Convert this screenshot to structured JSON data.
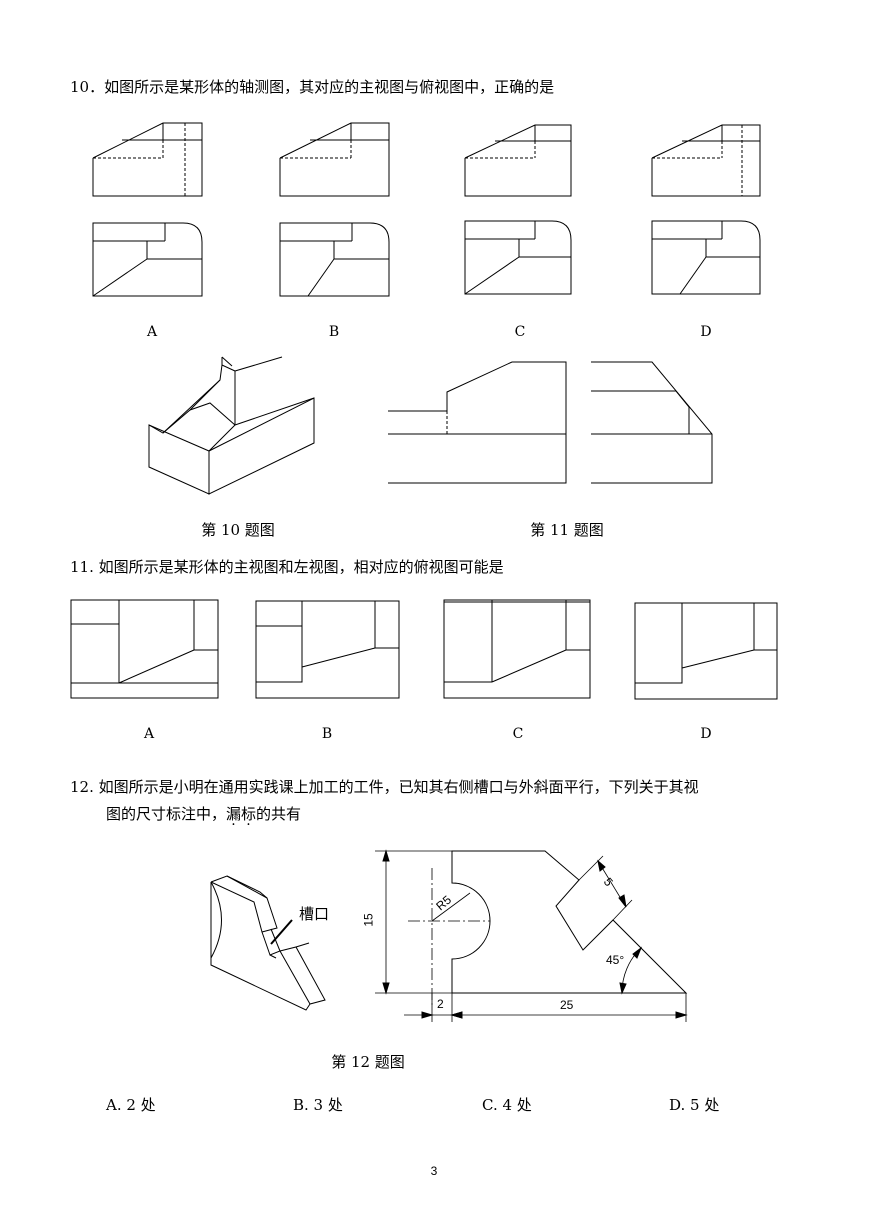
{
  "q10": {
    "stem": "10．如图所示是某形体的轴测图，其对应的主视图与俯视图中，正确的是",
    "options": [
      "A",
      "B",
      "C",
      "D"
    ]
  },
  "q11": {
    "stem": "11.  如图所示是某形体的主视图和左视图，相对应的俯视图可能是",
    "options": [
      "A",
      "B",
      "C",
      "D"
    ]
  },
  "captions": {
    "fig10": "第 10 题图",
    "fig11": "第 11 题图",
    "fig12": "第 12 题图"
  },
  "q12": {
    "line1": "12.  如图所示是小明在通用实践课上加工的工件，已知其右侧槽口与外斜面平行，下列关于其视",
    "line2_pre": "图的尺寸标注中，",
    "line2_emph": "漏",
    "line2_emph2": "标",
    "line2_post": "的共有",
    "slot_label": "槽口",
    "dims": {
      "height": "15",
      "radius": "R5",
      "slot": "5",
      "angle": "45°",
      "offset": "2",
      "length": "25"
    },
    "answers": [
      "A.  2 处",
      "B.  3 处",
      "C.  4 处",
      "D.  5 处"
    ]
  },
  "page_number": "3"
}
